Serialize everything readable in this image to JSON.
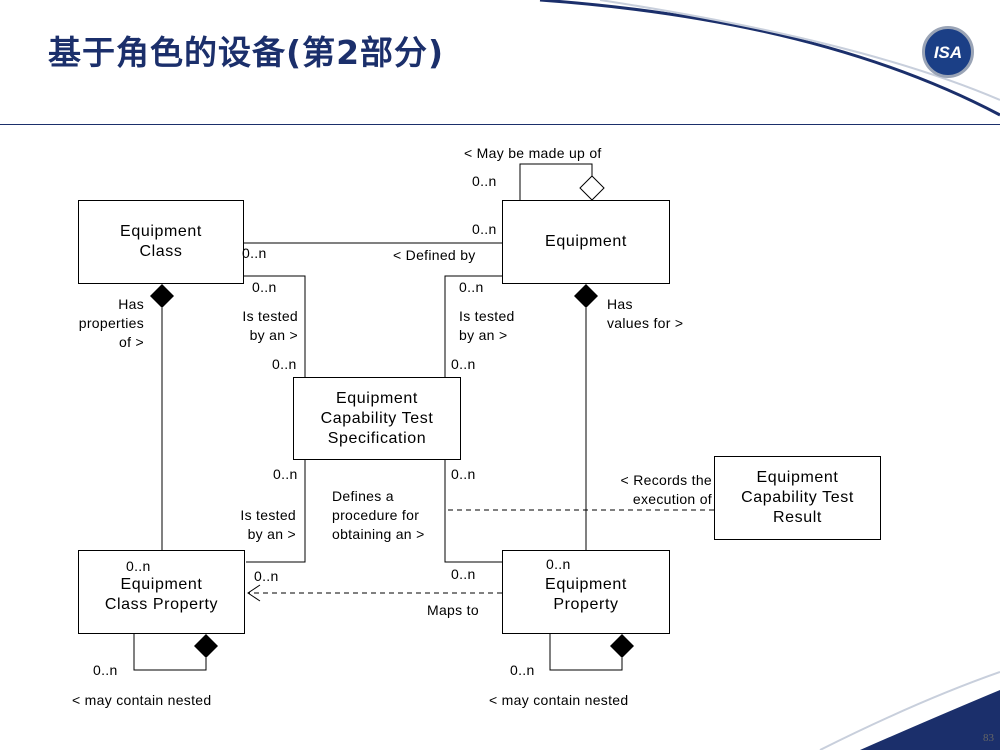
{
  "header": {
    "title": "基于角色的设备(第2部分)",
    "logo_text": "ISA",
    "page_number": "83"
  },
  "boxes": {
    "equipment_class": "Equipment\nClass",
    "equipment": "Equipment",
    "test_spec": "Equipment\nCapability Test\nSpecification",
    "test_result": "Equipment\nCapability Test\nResult",
    "class_property": "Equipment\nClass Property",
    "equipment_property": "Equipment\nProperty"
  },
  "labels": {
    "may_be_made_up_of": "< May be made up of",
    "made_up_mult": "0..n",
    "equipment_mult_top": "0..n",
    "class_mult_right": "0..n",
    "defined_by": "< Defined by",
    "class_mult_tested": "0..n",
    "equipment_mult_tested": "0..n",
    "has_properties_of": "Has\nproperties\nof >",
    "is_tested_by_an_1": "Is tested\nby an >",
    "is_tested_by_an_2": "Is tested\nby an >",
    "has_values_for": "Has\nvalues for >",
    "spec_mult_top_left": "0..n",
    "spec_mult_top_right": "0..n",
    "spec_mult_bottom_left": "0..n",
    "spec_mult_bottom_right": "0..n",
    "is_tested_by_an_3": "Is tested\nby an >",
    "defines_procedure": "Defines a\nprocedure for\nobtaining an >",
    "records_execution": "< Records the\nexecution of",
    "class_prop_mult_top": "0..n",
    "class_prop_mult_right": "0..n",
    "equip_prop_mult_left": "0..n",
    "equip_prop_mult_top": "0..n",
    "maps_to": "Maps to",
    "class_prop_nested_mult": "0..n",
    "equip_prop_nested_mult": "0..n",
    "class_prop_nested": "< may contain nested",
    "equip_prop_nested": "< may contain nested"
  },
  "colors": {
    "title": "#1b2f6b",
    "logo": "#1b3f86",
    "lines": "#000000"
  }
}
